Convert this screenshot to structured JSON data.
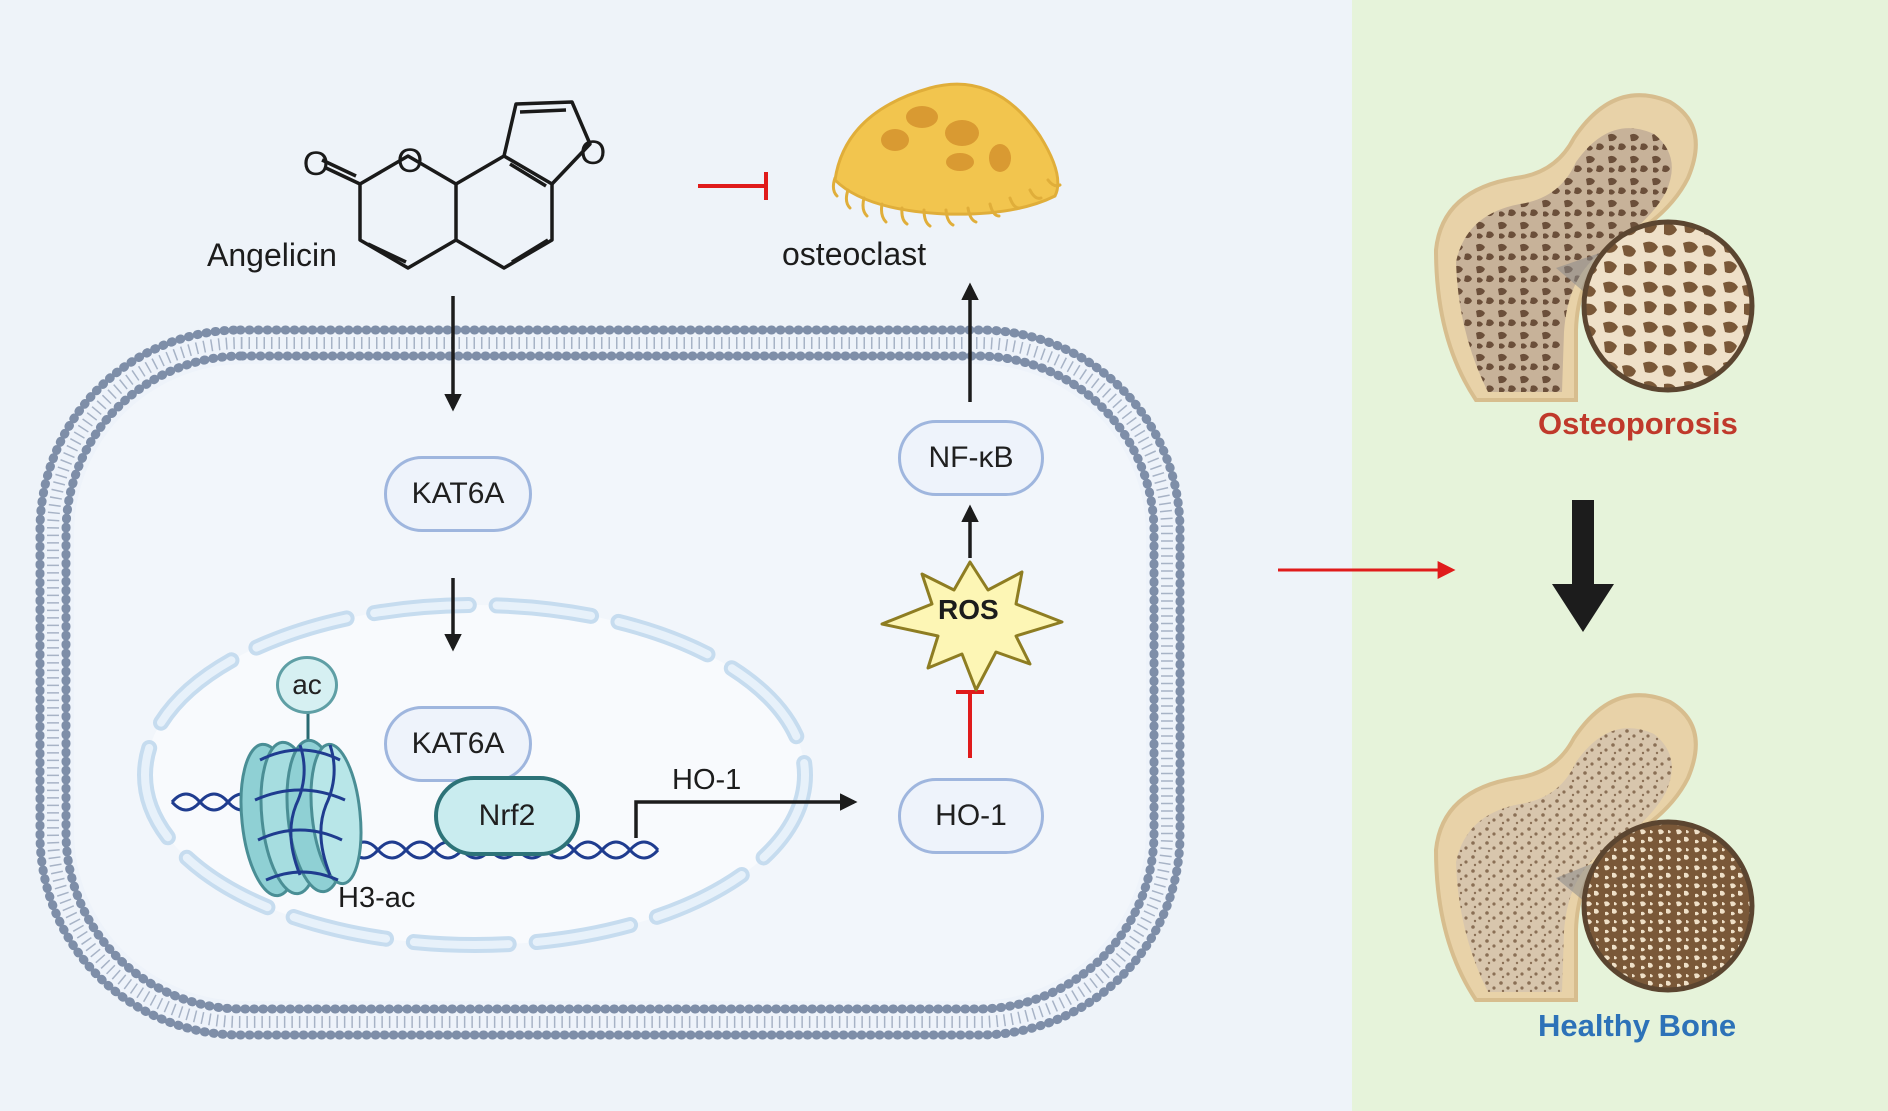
{
  "compound": {
    "name": "Angelicin",
    "atom_carbonyl": "O",
    "atom_ring": "O",
    "atom_furan": "O"
  },
  "cell": {
    "kat6a_cytoplasm": "KAT6A",
    "kat6a_nucleus": "KAT6A",
    "nrf2": "Nrf2",
    "ac": "ac",
    "h3ac": "H3-ac",
    "ho1_gene": "HO-1",
    "ho1_protein": "HO-1",
    "ros": "ROS",
    "nfkb": "NF-κB"
  },
  "osteoclast": {
    "label": "osteoclast"
  },
  "outcome": {
    "osteoporosis": "Osteoporosis",
    "healthy_bone": "Healthy Bone"
  },
  "colors": {
    "background": "#eef3f9",
    "right_panel": "#e6f3da",
    "membrane": "#7e8ea8",
    "inhibit": "#e01b1b",
    "osteoporosis_text": "#c0392b",
    "healthy_text": "#2d72b8",
    "pill_border": "#9fb6de",
    "nrf2_fill": "#c9ecef"
  },
  "icons": [
    "angelicin-structure",
    "osteoclast-cell",
    "cell-membrane",
    "nucleus-envelope",
    "nucleosome",
    "dna-strand",
    "ros-burst",
    "femur-bone",
    "magnifier-lens"
  ]
}
